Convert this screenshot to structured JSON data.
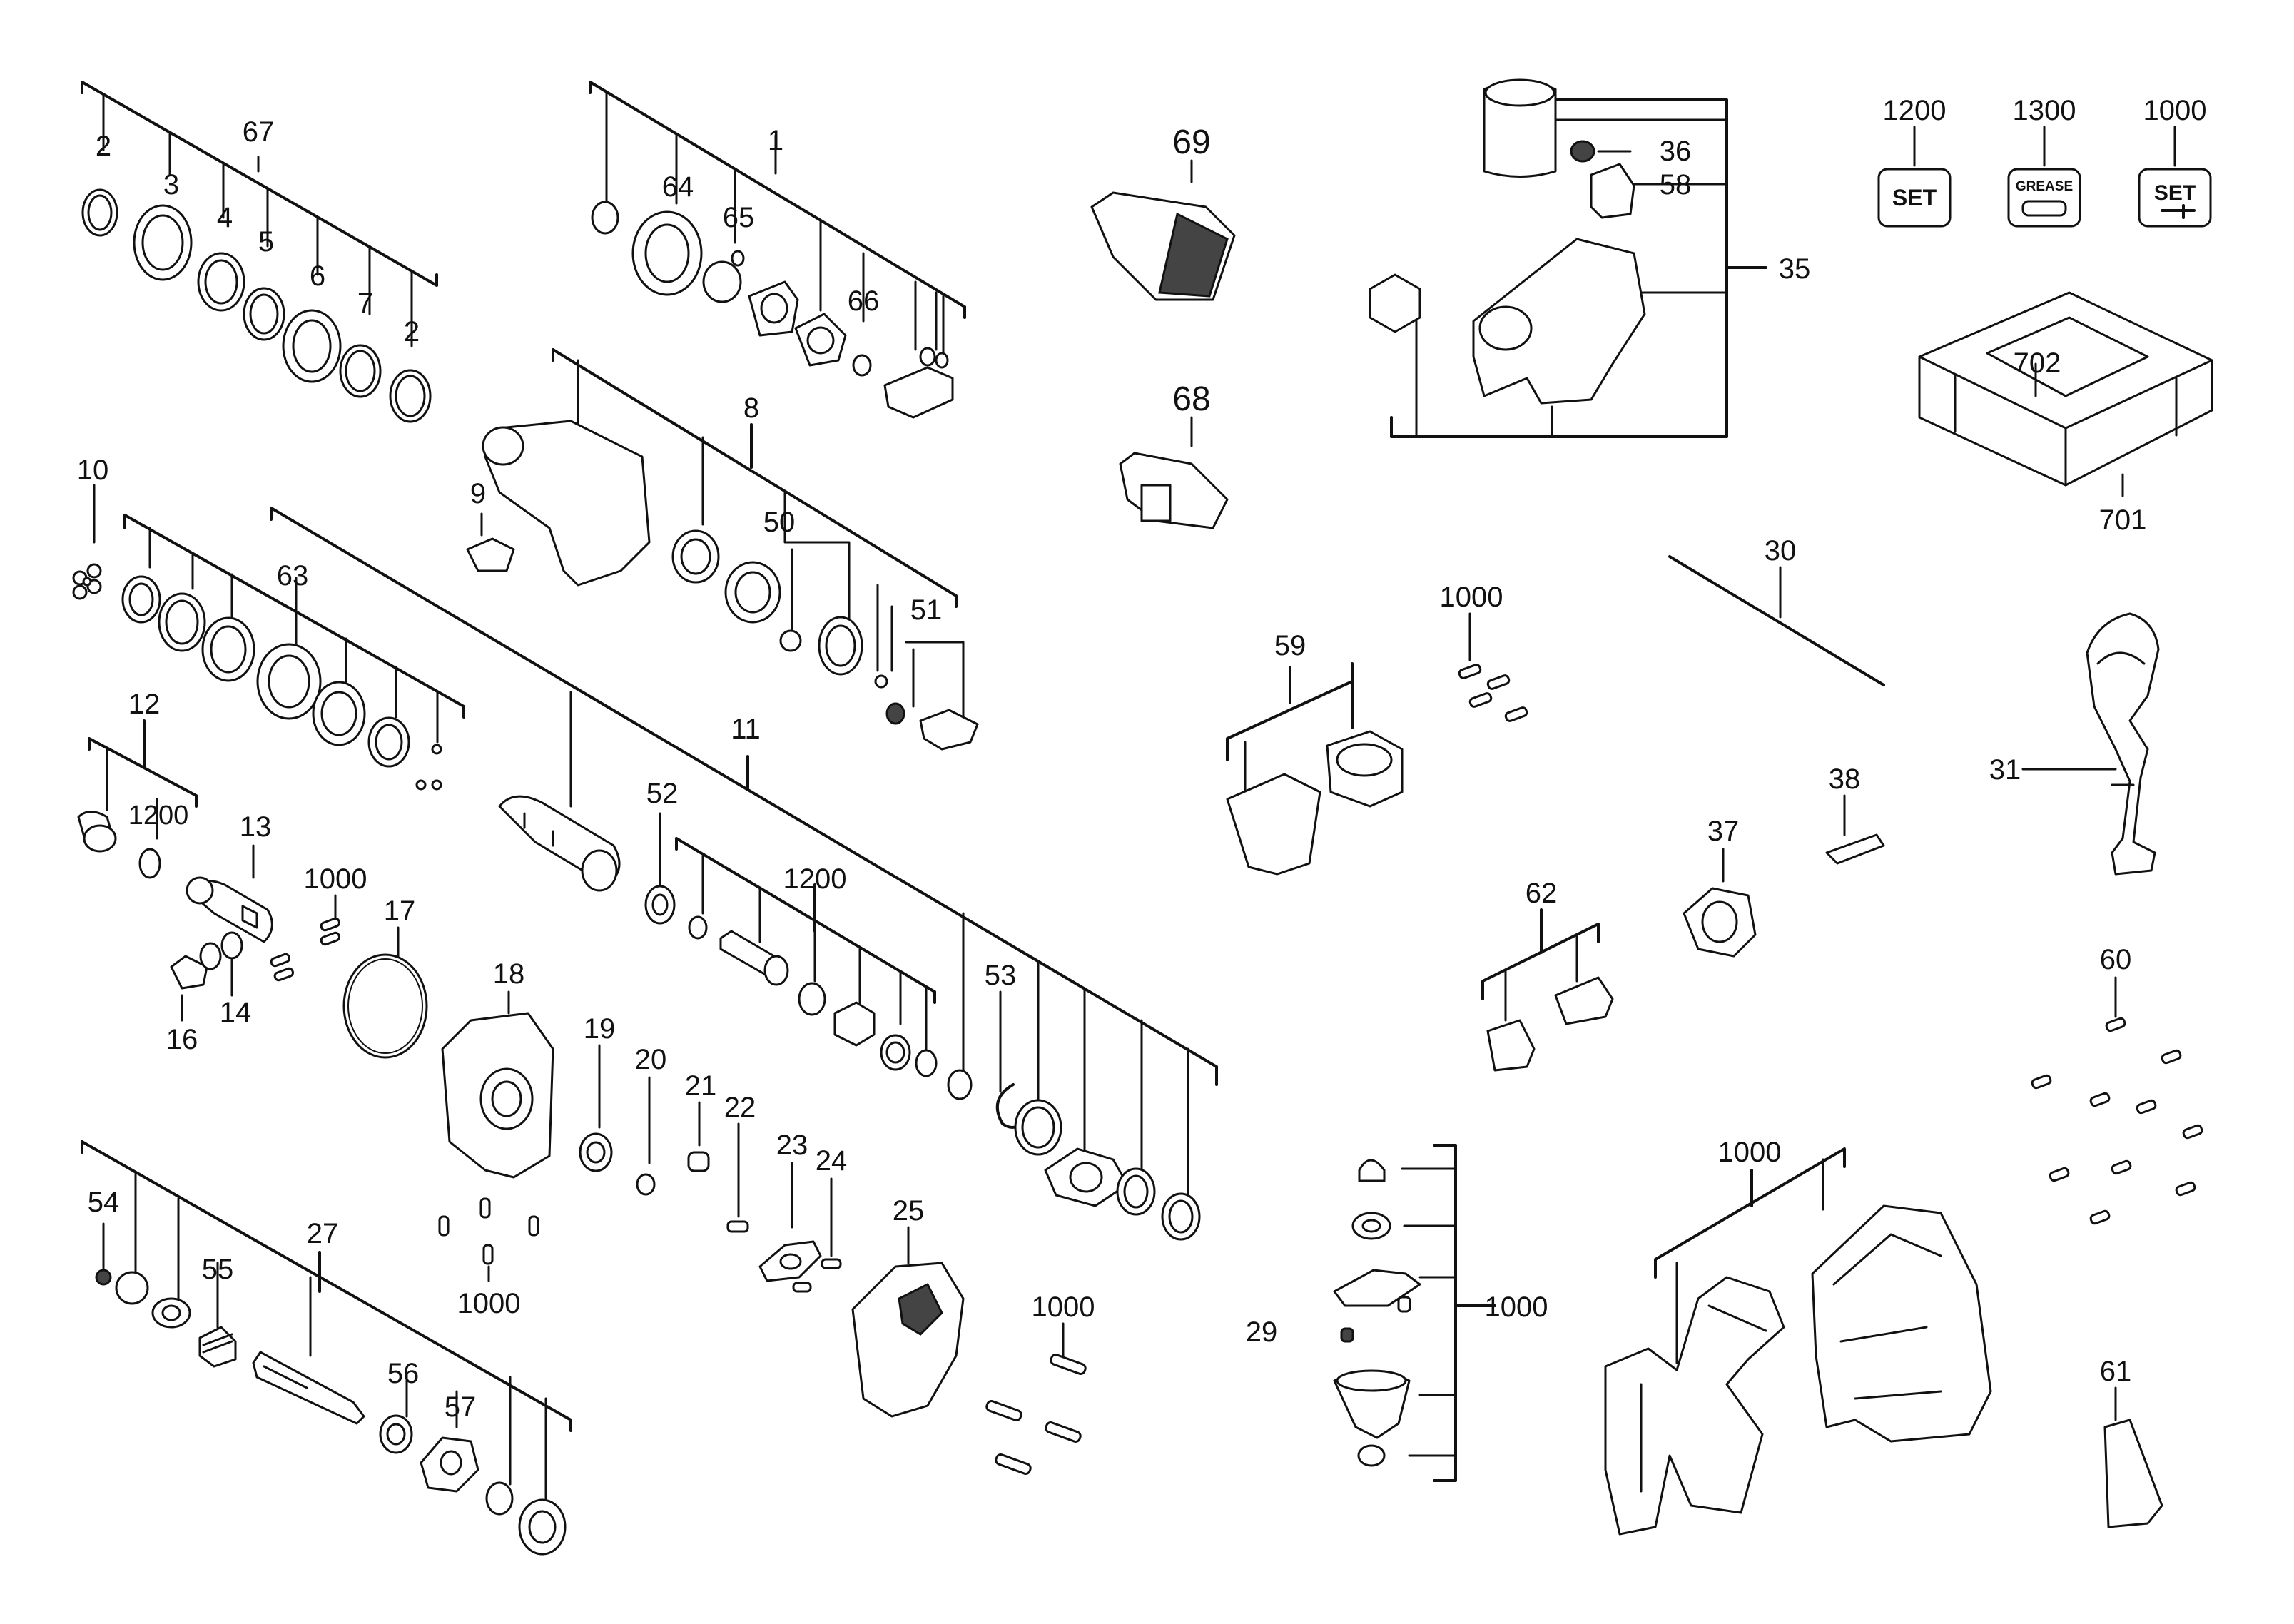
{
  "diagram": {
    "callouts": [
      {
        "id": "c-67",
        "label": "67"
      },
      {
        "id": "c-2a",
        "label": "2"
      },
      {
        "id": "c-3",
        "label": "3"
      },
      {
        "id": "c-4",
        "label": "4"
      },
      {
        "id": "c-5",
        "label": "5"
      },
      {
        "id": "c-6",
        "label": "6"
      },
      {
        "id": "c-7",
        "label": "7"
      },
      {
        "id": "c-2b",
        "label": "2"
      },
      {
        "id": "c-1",
        "label": "1"
      },
      {
        "id": "c-64",
        "label": "64"
      },
      {
        "id": "c-65",
        "label": "65"
      },
      {
        "id": "c-66",
        "label": "66"
      },
      {
        "id": "c-69",
        "label": "69"
      },
      {
        "id": "c-68",
        "label": "68"
      },
      {
        "id": "c-36",
        "label": "36"
      },
      {
        "id": "c-58",
        "label": "58"
      },
      {
        "id": "c-35",
        "label": "35"
      },
      {
        "id": "c-1200-set",
        "label": "1200"
      },
      {
        "id": "c-1300-grease",
        "label": "1300"
      },
      {
        "id": "c-1000-set",
        "label": "1000"
      },
      {
        "id": "c-702",
        "label": "702"
      },
      {
        "id": "c-701",
        "label": "701"
      },
      {
        "id": "c-8",
        "label": "8"
      },
      {
        "id": "c-9",
        "label": "9"
      },
      {
        "id": "c-50",
        "label": "50"
      },
      {
        "id": "c-51",
        "label": "51"
      },
      {
        "id": "c-10",
        "label": "10"
      },
      {
        "id": "c-63",
        "label": "63"
      },
      {
        "id": "c-30",
        "label": "30"
      },
      {
        "id": "c-1000-a",
        "label": "1000"
      },
      {
        "id": "c-59",
        "label": "59"
      },
      {
        "id": "c-11",
        "label": "11"
      },
      {
        "id": "c-12",
        "label": "12"
      },
      {
        "id": "c-1200-a",
        "label": "1200"
      },
      {
        "id": "c-13",
        "label": "13"
      },
      {
        "id": "c-52",
        "label": "52"
      },
      {
        "id": "c-1200-b",
        "label": "1200"
      },
      {
        "id": "c-1000-b",
        "label": "1000"
      },
      {
        "id": "c-17",
        "label": "17"
      },
      {
        "id": "c-16",
        "label": "16"
      },
      {
        "id": "c-14",
        "label": "14"
      },
      {
        "id": "c-18",
        "label": "18"
      },
      {
        "id": "c-38",
        "label": "38"
      },
      {
        "id": "c-37",
        "label": "37"
      },
      {
        "id": "c-31",
        "label": "31"
      },
      {
        "id": "c-62",
        "label": "62"
      },
      {
        "id": "c-53",
        "label": "53"
      },
      {
        "id": "c-19",
        "label": "19"
      },
      {
        "id": "c-20",
        "label": "20"
      },
      {
        "id": "c-21",
        "label": "21"
      },
      {
        "id": "c-22",
        "label": "22"
      },
      {
        "id": "c-23",
        "label": "23"
      },
      {
        "id": "c-24",
        "label": "24"
      },
      {
        "id": "c-25",
        "label": "25"
      },
      {
        "id": "c-1000-c",
        "label": "1000"
      },
      {
        "id": "c-1000-d",
        "label": "1000"
      },
      {
        "id": "c-54",
        "label": "54"
      },
      {
        "id": "c-27",
        "label": "27"
      },
      {
        "id": "c-55",
        "label": "55"
      },
      {
        "id": "c-56",
        "label": "56"
      },
      {
        "id": "c-57",
        "label": "57"
      },
      {
        "id": "c-1000-e",
        "label": "1000"
      },
      {
        "id": "c-29",
        "label": "29"
      },
      {
        "id": "c-1000-f",
        "label": "1000"
      },
      {
        "id": "c-60",
        "label": "60"
      },
      {
        "id": "c-61",
        "label": "61"
      }
    ],
    "badges": {
      "set_1200": "SET",
      "grease_1300": "GREASE",
      "set_1000": "SET"
    }
  }
}
